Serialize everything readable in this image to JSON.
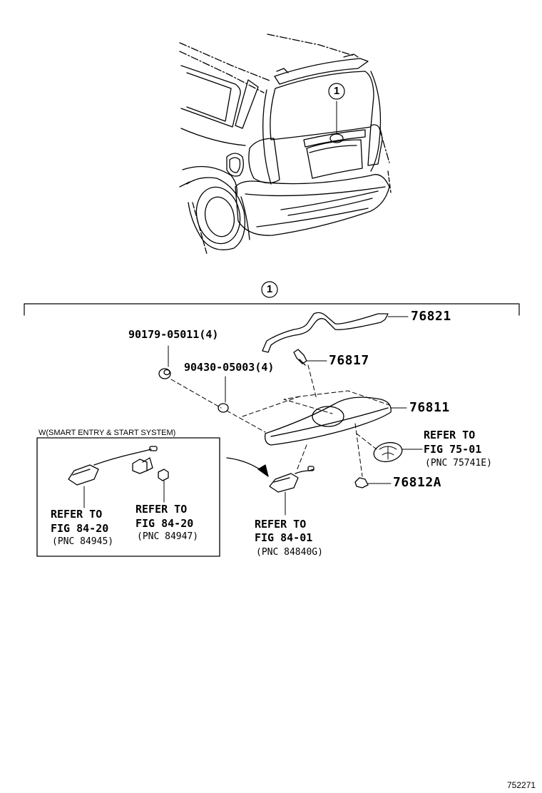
{
  "callout_number": "1",
  "condition_box": {
    "label": "W(SMART ENTRY & START SYSTEM)"
  },
  "parts": [
    {
      "number": "76821"
    },
    {
      "number": "76817"
    },
    {
      "number": "76811"
    },
    {
      "number": "76812A"
    }
  ],
  "fasteners": [
    {
      "code": "90179-05011(4)"
    },
    {
      "code": "90430-05003(4)"
    }
  ],
  "references": [
    {
      "line1": "REFER TO",
      "line2": "FIG 75-01",
      "pnc": "(PNC 75741E)"
    },
    {
      "line1": "REFER TO",
      "line2": "FIG 84-01",
      "pnc": "(PNC 84840G)"
    },
    {
      "line1": "REFER TO",
      "line2": "FIG 84-20",
      "pnc": "(PNC 84945)"
    },
    {
      "line1": "REFER TO",
      "line2": "FIG 84-20",
      "pnc": "(PNC 84947)"
    }
  ],
  "figure_id": "752271",
  "colors": {
    "ink": "#000000",
    "paper": "#ffffff"
  }
}
